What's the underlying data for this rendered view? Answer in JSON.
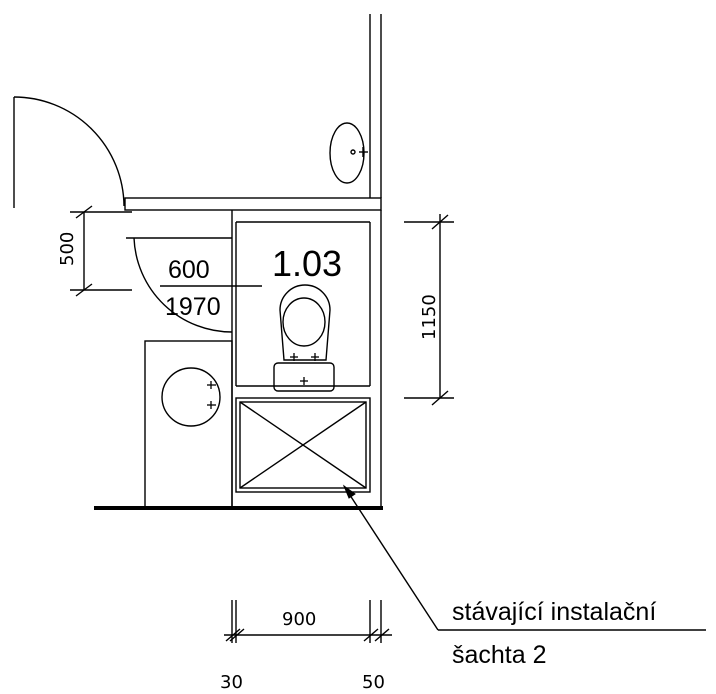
{
  "room": {
    "number": "1.03",
    "door_width": "600",
    "door_height": "1970"
  },
  "dimensions": {
    "vertical_left": "500",
    "vertical_right": "1150",
    "bottom_width": "900",
    "bottom_left_wall": "30",
    "bottom_right_wall": "50"
  },
  "annotation": {
    "line1": "stávající instalační",
    "line2": "šachta 2"
  },
  "colors": {
    "ink": "#000000",
    "paper": "#ffffff"
  }
}
